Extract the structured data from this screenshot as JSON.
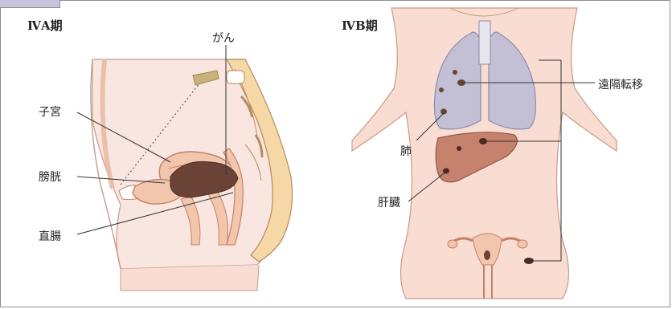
{
  "panels": {
    "left_title": "ⅣA期",
    "right_title": "ⅣB期"
  },
  "labels": {
    "cancer": "がん",
    "uterus": "子宮",
    "bladder": "膀胱",
    "rectum": "直腸",
    "distant_metastasis": "遠隔転移",
    "lung": "肺",
    "liver": "肝臓"
  },
  "colors": {
    "tab": "#c9c4de",
    "skin": "#f9ddd2",
    "bone": "#f6d7a6",
    "organ": "#f1c6ac",
    "tumor": "#6b4336",
    "lung": "#c3c0d6",
    "liver": "#c7826e"
  }
}
